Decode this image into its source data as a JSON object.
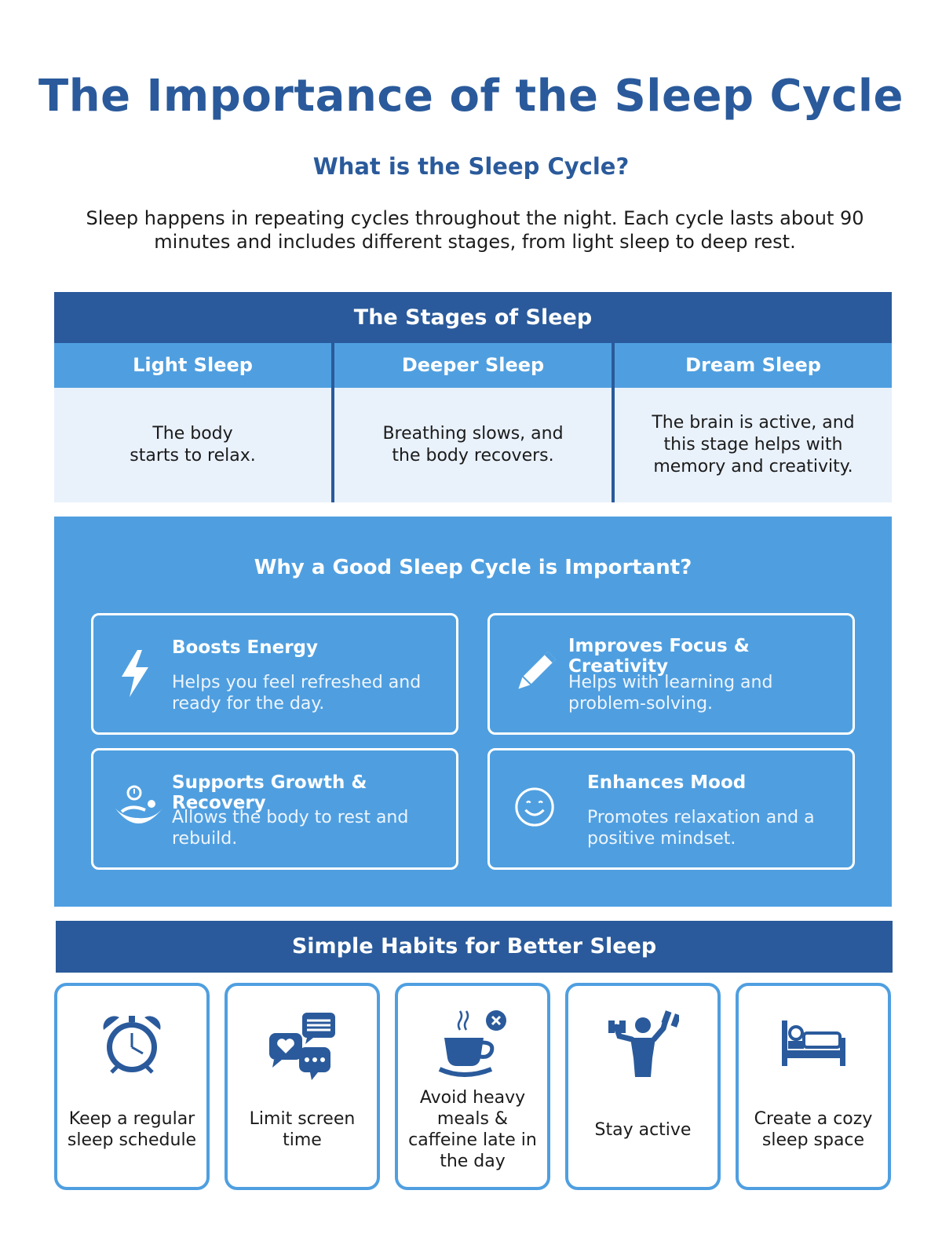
{
  "title": "The Importance of the Sleep Cycle",
  "subtitle": "What is the Sleep Cycle?",
  "intro": "Sleep happens in repeating cycles throughout the night. Each cycle lasts about 90 minutes and includes different stages, from light sleep to deep rest.",
  "stages": {
    "heading": "The Stages of Sleep",
    "items": [
      {
        "name": "Light Sleep",
        "desc": "The body starts to relax."
      },
      {
        "name": "Deeper Sleep",
        "desc": "Breathing slows, and the body recovers."
      },
      {
        "name": "Dream Sleep",
        "desc": "The brain is active, and this stage helps with memory and creativity."
      }
    ]
  },
  "why": {
    "heading": "Why a Good Sleep Cycle is Important?",
    "cards": [
      {
        "title": "Boosts Energy",
        "text": "Helps you feel refreshed and ready for the day.",
        "icon": "lightning-icon"
      },
      {
        "title": "Improves Focus & Creativity",
        "text": "Helps with learning and problem-solving.",
        "icon": "pencil-icon"
      },
      {
        "title": "Supports Growth & Recovery",
        "text": "Allows the body to rest and rebuild.",
        "icon": "resting-body-icon"
      },
      {
        "title": "Enhances Mood",
        "text": "Promotes relaxation and a positive mindset.",
        "icon": "smiley-icon"
      }
    ]
  },
  "habits": {
    "heading": "Simple Habits for Better Sleep",
    "items": [
      {
        "text": "Keep a regular sleep schedule",
        "icon": "alarm-clock-icon"
      },
      {
        "text": "Limit screen time",
        "icon": "chat-bubbles-icon"
      },
      {
        "text": "Avoid heavy meals & caffeine late in the day",
        "icon": "coffee-cup-icon"
      },
      {
        "text": "Stay active",
        "icon": "dumbbell-person-icon"
      },
      {
        "text": "Create a cozy sleep space",
        "icon": "bed-icon"
      }
    ]
  },
  "colors": {
    "dark_blue": "#2a5a9b",
    "light_blue": "#4f9fe0",
    "pale_blue": "#e9f1fb"
  }
}
